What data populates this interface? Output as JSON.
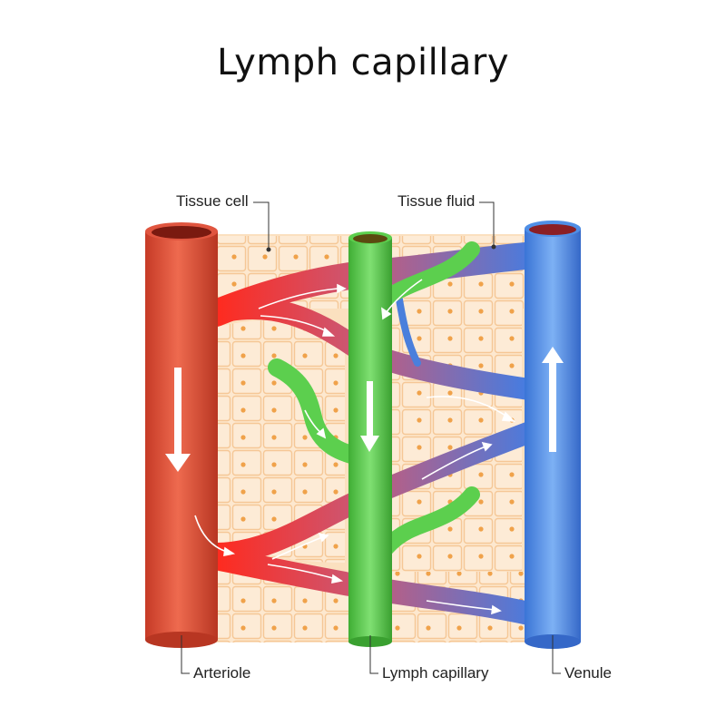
{
  "title": "Lymph capillary",
  "labels": {
    "tissue_cell": "Tissue cell",
    "tissue_fluid": "Tissue fluid",
    "arteriole": "Arteriole",
    "lymph_capillary": "Lymph capillary",
    "venule": "Venule"
  },
  "colors": {
    "arteriole": "#e0553f",
    "venule": "#4f8fe6",
    "lymph": "#5ccf4e",
    "tissue": "#fbe3c6",
    "cell_border": "#f6c995",
    "nucleus": "#f0a24a"
  },
  "flow": {
    "arteriole": "down",
    "lymph_capillary": "down",
    "venule": "up"
  }
}
